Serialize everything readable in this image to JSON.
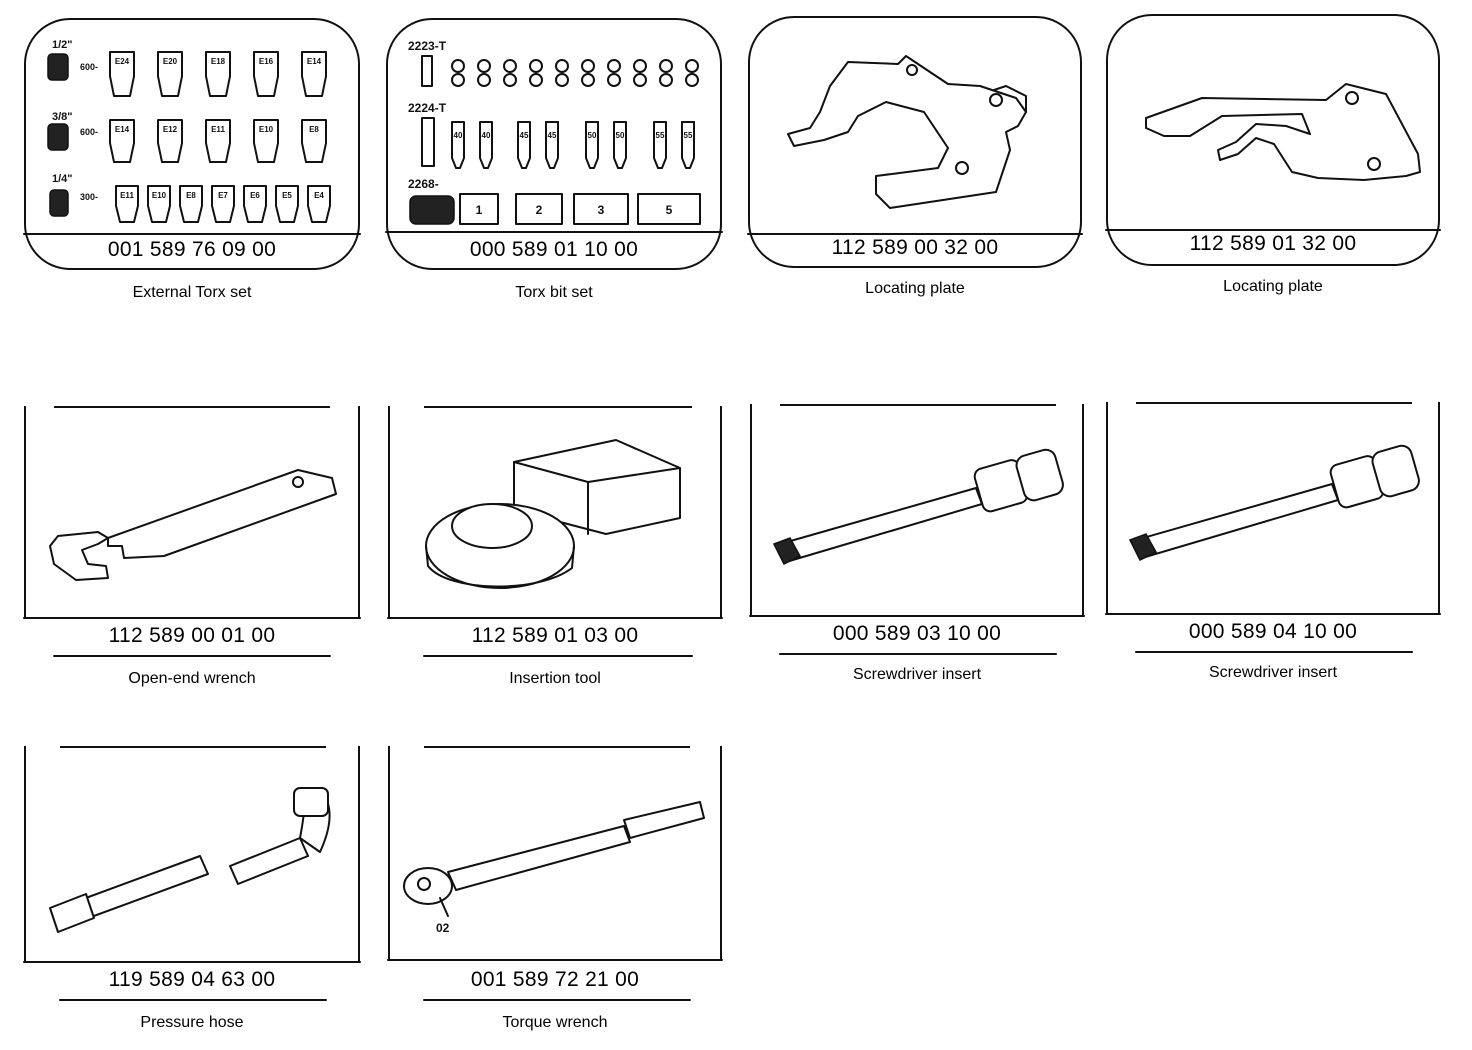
{
  "tools": [
    {
      "part_number": "001 589 76 09 00",
      "caption": "External Torx set"
    },
    {
      "part_number": "000 589 01 10 00",
      "caption": "Torx bit set"
    },
    {
      "part_number": "112 589 00 32 00",
      "caption": "Locating plate"
    },
    {
      "part_number": "112 589 01 32 00",
      "caption": "Locating plate"
    },
    {
      "part_number": "112 589 00 01 00",
      "caption": "Open-end wrench"
    },
    {
      "part_number": "112 589 01 03 00",
      "caption": "Insertion tool"
    },
    {
      "part_number": "000 589 03 10 00",
      "caption": "Screwdriver insert"
    },
    {
      "part_number": "000 589 04 10 00",
      "caption": "Screwdriver insert"
    },
    {
      "part_number": "119 589 04 63 00",
      "caption": "Pressure hose"
    },
    {
      "part_number": "001 589 72 21 00",
      "caption": "Torque wrench"
    }
  ],
  "torx_set": {
    "drives": [
      "1/2\"",
      "3/8\"",
      "1/4\""
    ],
    "row1": [
      "E24",
      "E20",
      "E18",
      "E16",
      "E14"
    ],
    "row2": [
      "E14",
      "E12",
      "E11",
      "E10",
      "E8"
    ],
    "row3": [
      "E11",
      "E10",
      "E8",
      "E7",
      "E6",
      "E5",
      "E4"
    ]
  },
  "bit_set": {
    "groups": [
      "2223-T",
      "2224-T",
      "2268-"
    ],
    "bit_sizes": [
      "40",
      "40",
      "45",
      "45",
      "50",
      "50",
      "55",
      "55"
    ],
    "sockets": [
      "1",
      "2",
      "3",
      "5"
    ]
  },
  "torque_wrench": {
    "callout": "02"
  }
}
